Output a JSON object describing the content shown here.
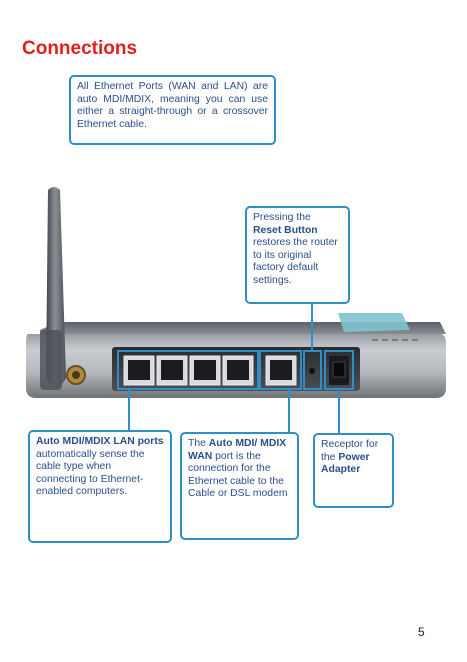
{
  "page": {
    "title": "Connections",
    "number": "5"
  },
  "callouts": {
    "intro": "All Ethernet Ports (WAN and LAN) are auto MDI/MDIX, meaning you can use either a straight-through or a crossover Ethernet cable.",
    "reset": {
      "pre": "Pressing the",
      "bold": "Reset Button",
      "post": "restores the router to its original factory default settings."
    },
    "lan": {
      "bold": "Auto MDI/MDIX LAN ports",
      "post": "automatically sense the cable type when connecting to Ethernet-enabled computers."
    },
    "wan": {
      "pre": "The",
      "bold": "Auto MDI/ MDIX WAN",
      "post": "port is the connection for the Ethernet cable to the Cable or DSL modem"
    },
    "power": {
      "pre": "Receptor for the",
      "bold": "Power Adapter"
    }
  },
  "colors": {
    "title": "#e0201e",
    "callout_border": "#2f8ec8",
    "callout_text": "#2b4f8e"
  },
  "photo": {
    "subject": "router-rear-panel",
    "lan_port_count": 4,
    "wan_port_count": 1
  }
}
